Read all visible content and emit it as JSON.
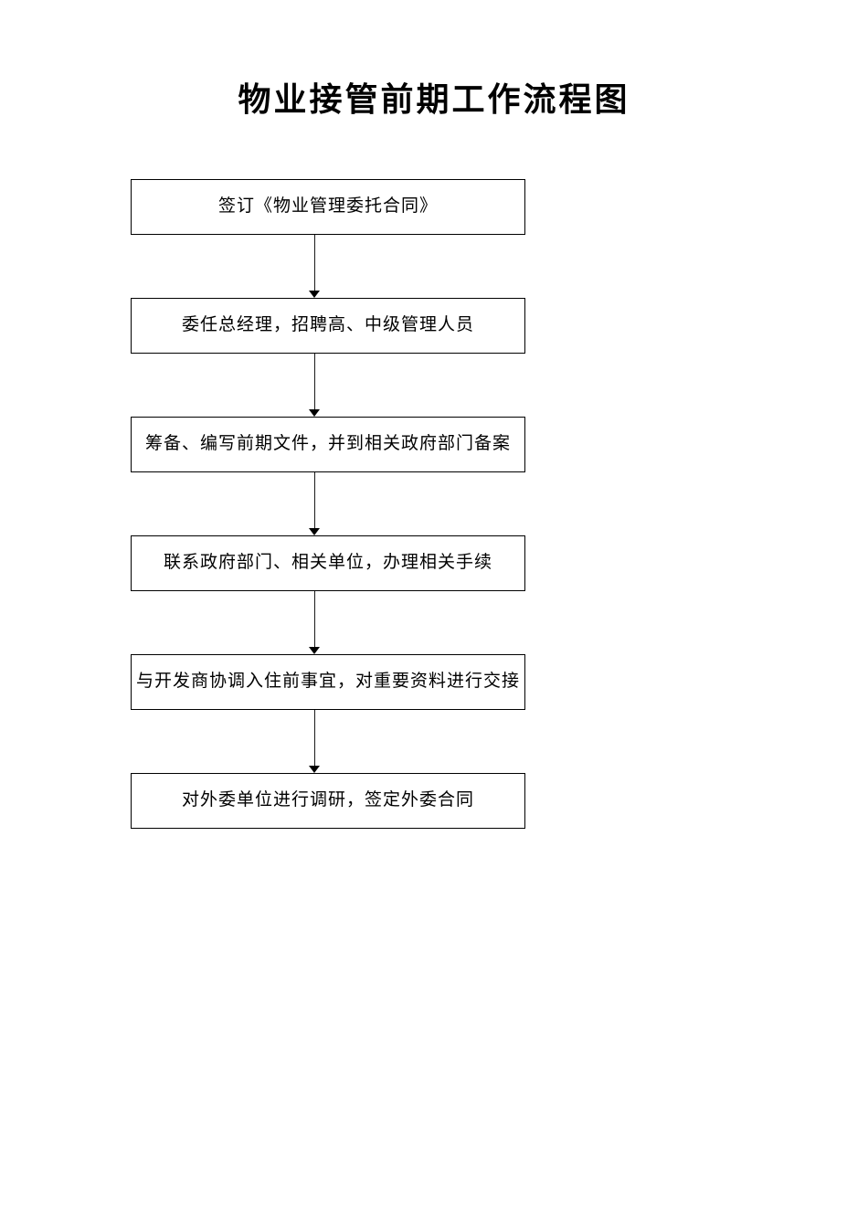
{
  "document": {
    "title": "物业接管前期工作流程图"
  },
  "flowchart": {
    "type": "vertical-flow",
    "connector": {
      "style": "arrow-down",
      "count": 5
    },
    "colors": {
      "background": "#ffffff",
      "box_border": "#000000",
      "text": "#000000",
      "arrow": "#000000"
    },
    "steps": [
      {
        "label": "签订《物业管理委托合同》"
      },
      {
        "label": "委任总经理，招聘高、中级管理人员"
      },
      {
        "label": "筹备、编写前期文件，并到相关政府部门备案"
      },
      {
        "label": "联系政府部门、相关单位，办理相关手续"
      },
      {
        "label": "与开发商协调入住前事宜，对重要资料进行交接"
      },
      {
        "label": "对外委单位进行调研，签定外委合同"
      }
    ]
  }
}
